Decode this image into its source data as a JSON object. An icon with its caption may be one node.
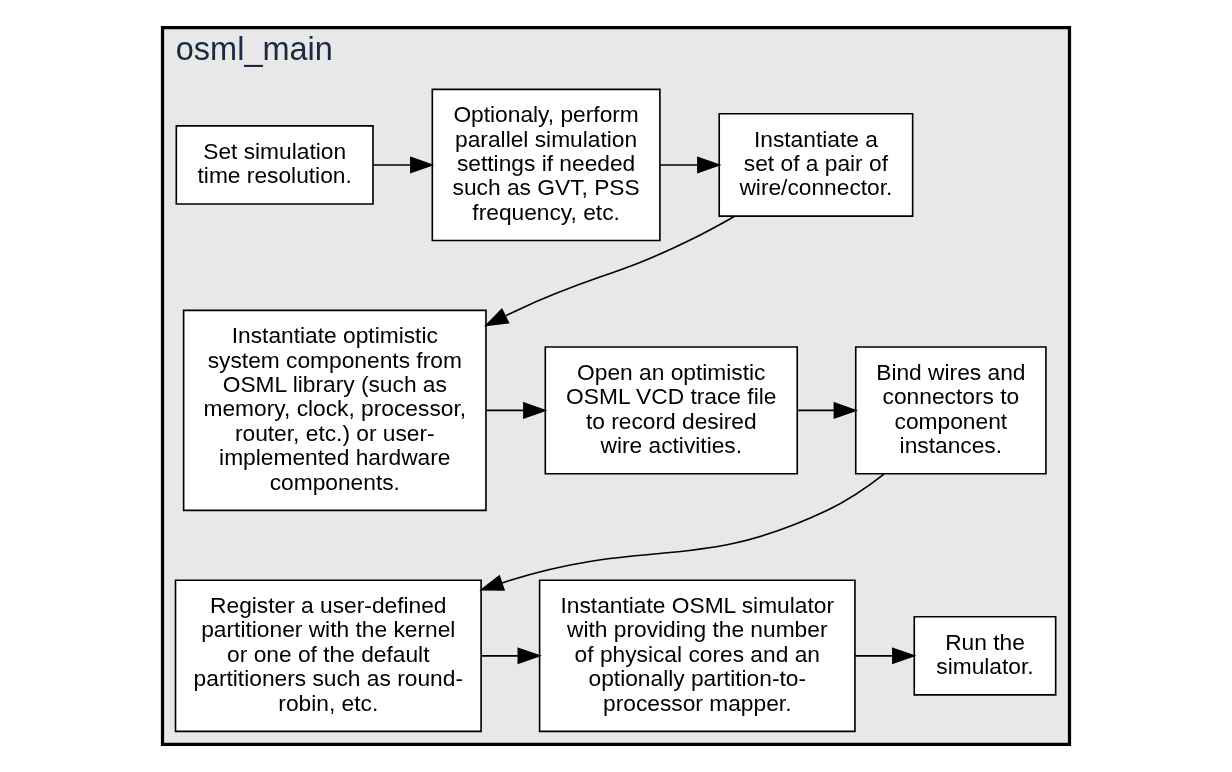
{
  "diagram": {
    "nodes": [
      {
        "text": [
          "osml_main"
        ]
      },
      {
        "text": [
          "Set simulation time resolution."
        ],
        "in": 0
      },
      {
        "text": [
          "Optionaly, perform parallel simulation settings if needed such as GVT, PSS frequency, etc."
        ],
        "in": 0
      },
      {
        "text": [
          "Instantiate a set of a pair of wire/connector."
        ],
        "in": 0
      },
      {
        "text": [
          "Instantiate optimistic system components from OSML library (such as memory, clock, processor, router, etc.) or user-implemented hardware components."
        ],
        "in": 0
      },
      {
        "text": [
          "Open an optimistic OSML VCD trace file to record desired wire activities."
        ],
        "in": 0
      },
      {
        "text": [
          "Bind wires and connectors to component instances."
        ],
        "in": 0
      },
      {
        "text": [
          "Register a user-defined partitioner with the kernel or one of the default partitioners such as round-robin, etc."
        ],
        "in": 0
      },
      {
        "text": [
          "Instantiate OSML simulator with providing the number of physical cores and an optionally partition-to-processor mapper."
        ],
        "in": 0
      },
      {
        "text": [
          "Run the simulator."
        ],
        "in": 0
      }
    ],
    "edges": [
      {
        "from": 1,
        "to": 2,
        "arrow": "to"
      },
      {
        "from": 2,
        "to": 3,
        "arrow": "to"
      },
      {
        "from": 3,
        "to": 4,
        "arrow": "to"
      },
      {
        "from": 4,
        "to": 5,
        "arrow": "to"
      },
      {
        "from": 5,
        "to": 6,
        "arrow": "to"
      },
      {
        "from": 6,
        "to": 7,
        "arrow": "to"
      },
      {
        "from": 7,
        "to": 8,
        "arrow": "to"
      },
      {
        "from": 8,
        "to": 9,
        "arrow": "to"
      }
    ]
  }
}
